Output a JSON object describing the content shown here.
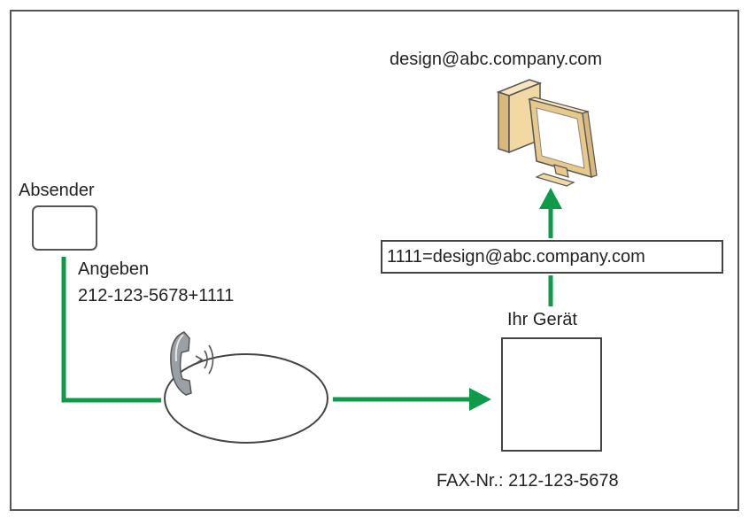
{
  "recipient_email": "design@abc.company.com",
  "sender_label": "Absender",
  "dial_label": "Angeben",
  "dial_number": "212-123-5678+1111",
  "device_label": "Ihr Gerät",
  "fax_number": "FAX-Nr.: 212-123-5678",
  "mapping_rule": "1111=design@abc.company.com",
  "colors": {
    "arrow": "#0d9b4a",
    "outline": "#444444",
    "computer_beige": "#f2d9a4",
    "computer_shadow": "#d9b87c"
  },
  "icons": [
    "sender-device-icon",
    "phone-icon",
    "telephone-network-icon",
    "fax-machine-icon",
    "computer-icon"
  ]
}
